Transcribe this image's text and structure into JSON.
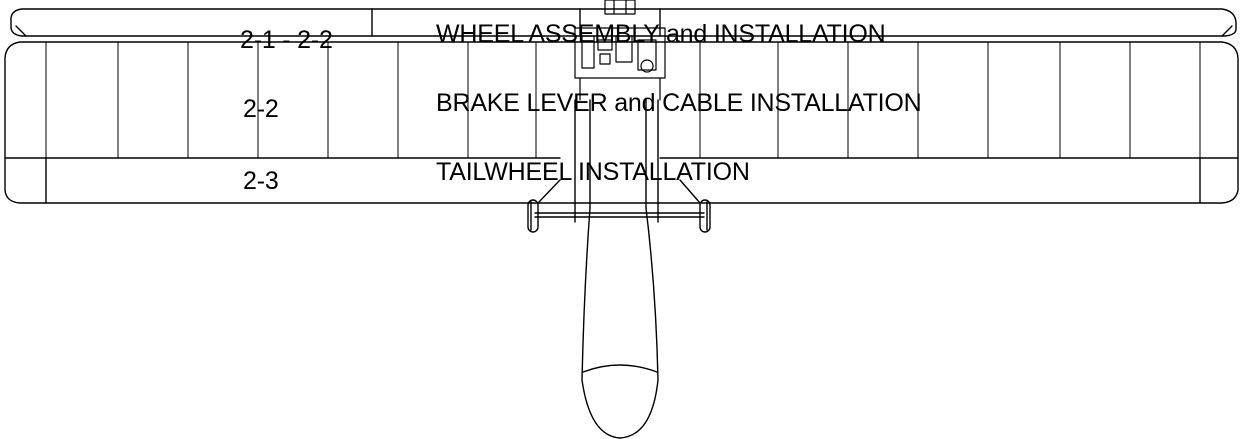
{
  "diagram": {
    "subject": "aircraft-planform-line-drawing",
    "line_color": "#000000",
    "background": "#ffffff"
  },
  "toc": [
    {
      "section": "2-1 - 2-2",
      "title": "WHEEL ASSEMBLY and INSTALLATION"
    },
    {
      "section": "2-2",
      "title": "BRAKE LEVER and CABLE INSTALLATION"
    },
    {
      "section": "2-3",
      "title": "TAILWHEEL INSTALLATION"
    }
  ]
}
